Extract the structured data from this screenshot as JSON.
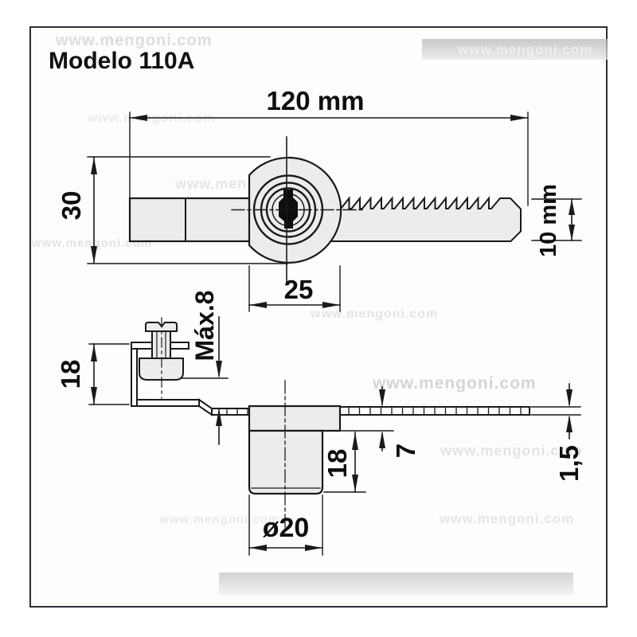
{
  "title": "Modelo 110A",
  "watermark": {
    "text": "www.mengoni.com"
  },
  "top_view": {
    "description": "top view of sliding glass door ratchet lock",
    "dim_overall_width": "120 mm",
    "dim_body_height": "30",
    "dim_cylinder_body_width": "25",
    "dim_rack_bar_height": "10 mm"
  },
  "side_view": {
    "description": "side view with glass clamp bracket and cylinder barrel",
    "dim_bracket_height": "18",
    "dim_max_glass_thickness": "Máx.8",
    "dim_step_height": "7",
    "dim_barrel_height": "18",
    "dim_bar_thickness": "1,5",
    "dim_barrel_diameter": "ø20"
  },
  "colors": {
    "line": "#1a1a1a",
    "part_fill": "#ececec",
    "frame_border": "#2e2e35",
    "keyhole": "#0d0d0d"
  }
}
